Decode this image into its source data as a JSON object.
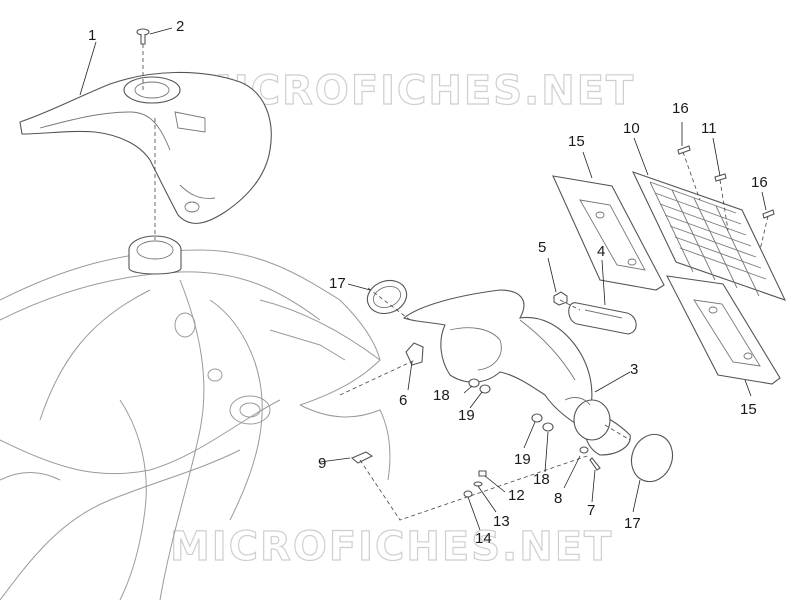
{
  "watermark": "MICROFICHES.NET",
  "callouts": {
    "c1": "1",
    "c2": "2",
    "c3": "3",
    "c4": "4",
    "c5": "5",
    "c6": "6",
    "c7": "7",
    "c8": "8",
    "c9": "9",
    "c10": "10",
    "c11": "11",
    "c12": "12",
    "c13": "13",
    "c14": "14",
    "c15a": "15",
    "c15b": "15",
    "c16a": "16",
    "c16b": "16",
    "c17a": "17",
    "c17b": "17",
    "c18a": "18",
    "c18b": "18",
    "c19a": "19",
    "c19b": "19"
  }
}
